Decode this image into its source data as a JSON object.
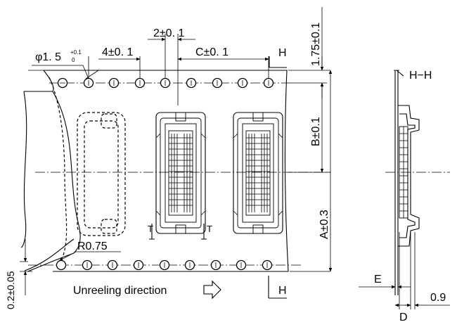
{
  "labels": {
    "dim_2": "2±0. 1",
    "dim_4": "4±0. 1",
    "dim_c": "C±0. 1",
    "dim_hole": "φ1. 5",
    "dim_hole_tol_upper": "+0.1",
    "dim_hole_tol_lower": "0",
    "dim_1_75": "1.75±0.1",
    "dim_b": "B±0.1",
    "dim_a": "A±0.3",
    "dim_r": "R0.75",
    "dim_0_2": "0.2±0.05",
    "section_top": "H",
    "section_bottom": "H",
    "section_title": "H−H",
    "mark_t_left": "T",
    "mark_t_right": "T",
    "dim_e": "E",
    "dim_d": "D",
    "dim_0_9": "0.9",
    "unreeling": "Unreeling direction"
  }
}
